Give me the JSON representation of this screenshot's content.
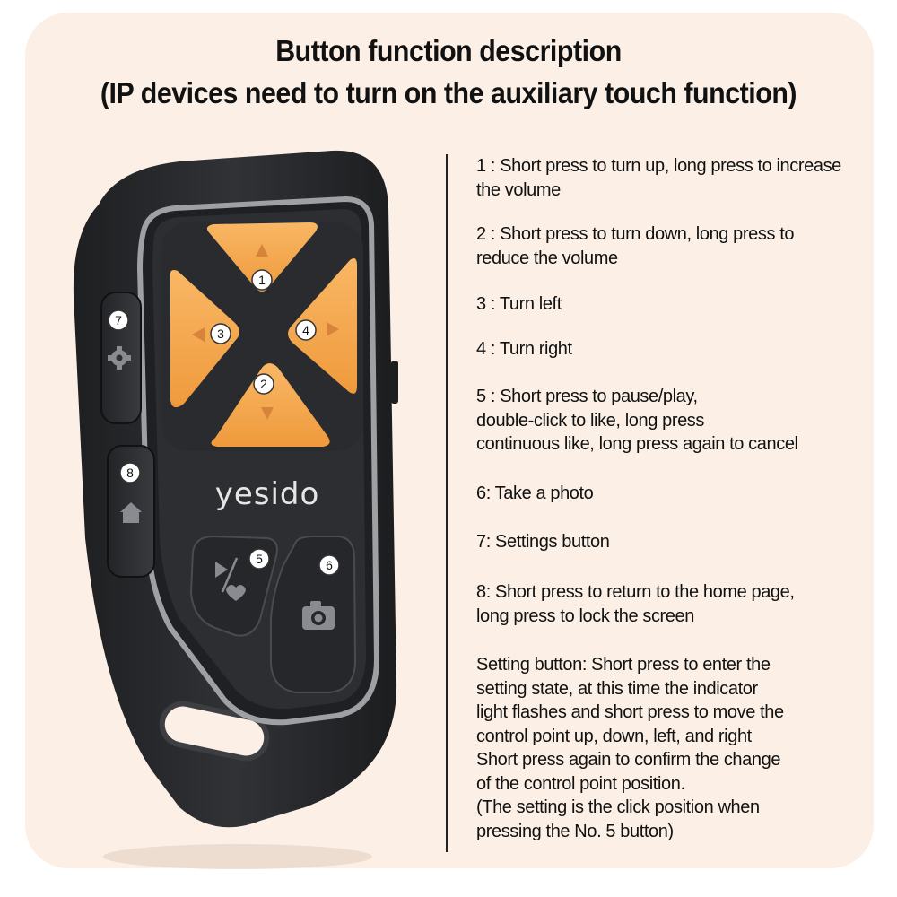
{
  "title": {
    "line1": "Button function description",
    "line2": "(IP devices need to turn on the auxiliary touch function)"
  },
  "remote": {
    "brand": "yesido",
    "button_numbers": [
      "1",
      "2",
      "3",
      "4",
      "5",
      "6",
      "7",
      "8"
    ]
  },
  "descriptions": [
    {
      "lines": [
        "1 : Short press to turn up, long press to increase",
        "the volume"
      ]
    },
    {
      "lines": [
        "2 : Short press to turn down, long press to",
        "reduce the volume"
      ]
    },
    {
      "lines": [
        "3 : Turn left"
      ]
    },
    {
      "lines": [
        "4 : Turn right"
      ]
    },
    {
      "lines": [
        "5 : Short press to pause/play,",
        "double-click to like, long press",
        "continuous like, long press again to cancel"
      ]
    },
    {
      "lines": [
        "6: Take a photo"
      ]
    },
    {
      "lines": [
        "7: Settings button"
      ]
    },
    {
      "lines": [
        "8: Short press to return to the home page,",
        "long press to lock the screen"
      ]
    },
    {
      "lines": [
        "Setting button: Short press to enter the",
        "setting state, at this time the indicator",
        "light flashes and short press to move the",
        "control point up, down, left, and right",
        "Short press again to confirm the change",
        "of the control point position.",
        "(The setting is the click position when",
        "pressing the No. 5 button)"
      ]
    }
  ],
  "colors": {
    "background": "#fcf0e6",
    "remote_body": "#2b2c2f",
    "dpad_orange": "#f6a84e",
    "indicator_led": "#2f63e0"
  }
}
